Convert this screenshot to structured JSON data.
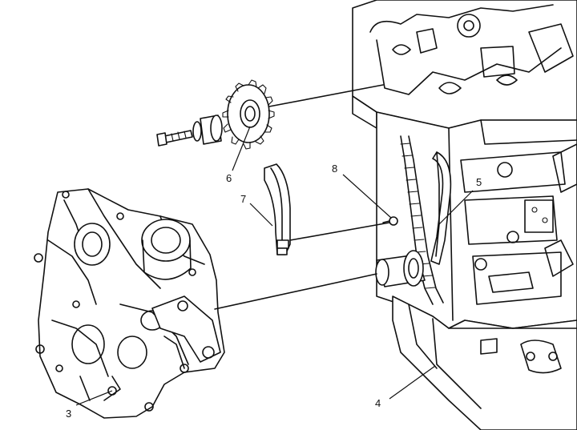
{
  "callouts": [
    {
      "id": "3",
      "text": "3"
    },
    {
      "id": "4",
      "text": "4"
    },
    {
      "id": "5",
      "text": "5"
    },
    {
      "id": "6",
      "text": "6"
    },
    {
      "id": "7",
      "text": "7"
    },
    {
      "id": "8",
      "text": "8"
    }
  ]
}
